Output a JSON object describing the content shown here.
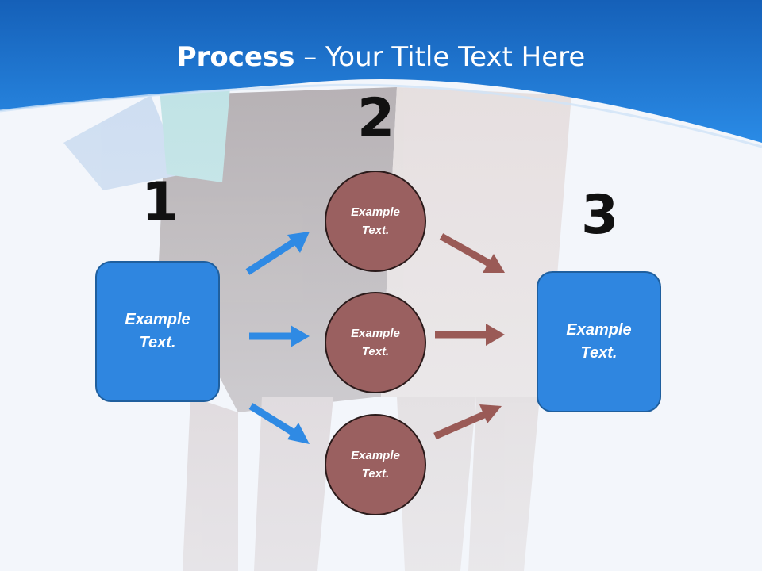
{
  "title": {
    "bold": "Process",
    "rest": " – Your Title Text Here"
  },
  "numbers": {
    "n1": "1",
    "n2": "2",
    "n3": "3"
  },
  "boxes": {
    "left": "Example Text.",
    "right": "Example Text."
  },
  "circles": [
    "Example Text.",
    "Example Text.",
    "Example Text."
  ],
  "colors": {
    "header_blue": "#1f7ad4",
    "box_blue": "#2f86e0",
    "circle_fill": "#9a6060",
    "arrow_blue": "#2f8ae4",
    "arrow_brown": "#9a5a56"
  }
}
